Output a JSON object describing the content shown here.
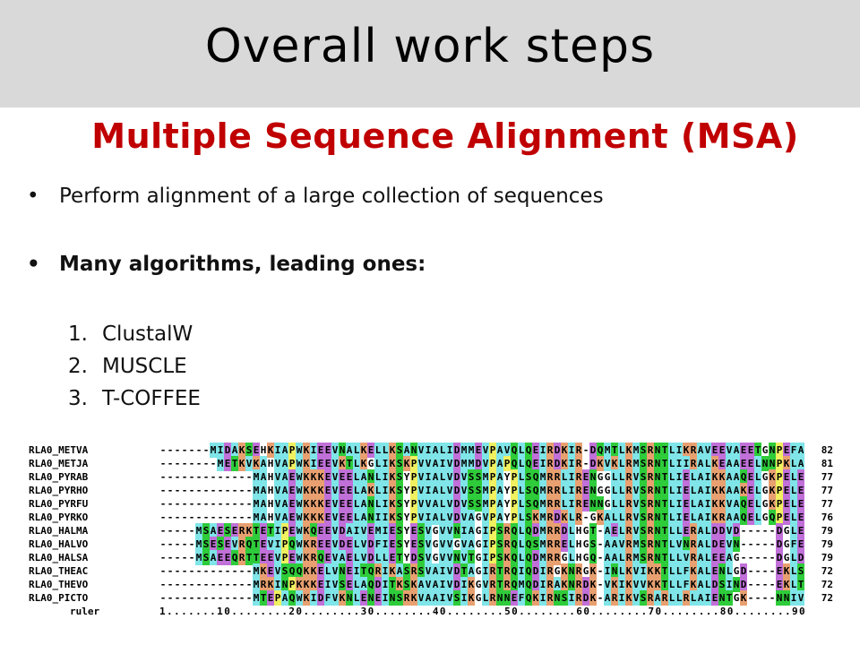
{
  "slide": {
    "title": "Overall work steps",
    "subtitle": "Multiple Sequence Alignment (MSA)",
    "bullets": [
      "Perform alignment of a large collection of sequences",
      "Many algorithms, leading ones:"
    ],
    "algorithms": [
      {
        "num": "1.",
        "name": "ClustalW"
      },
      {
        "num": "2.",
        "name": "MUSCLE"
      },
      {
        "num": "3.",
        "name": "T-COFFEE"
      }
    ]
  },
  "alignment": {
    "colors": {
      "cyan": "#7fe5e8",
      "green": "#2ecc3a",
      "orange": "#e8a070",
      "yellow": "#f0f060",
      "magenta": "#c070d8"
    },
    "rows": [
      {
        "name": "RLA0_METVA",
        "seq": "-------MIDAKSEHKIAPWKIEEVNALKELLKSANVIALIDMMEVPAVQLQEIRDKIR-DQMTLKMSRNTLIKRAVEEVAEETGNPEFA",
        "len": "82"
      },
      {
        "name": "RLA0_METJA",
        "seq": "--------METKVKAHVAPWKIEEVKTLKGLIKSKPVVAIVDMMDVPAPQLQEIRDKIR-DKVKLRMSRNTLIIRALKEAAEELNNPKLA",
        "len": "81"
      },
      {
        "name": "RLA0_PYRAB",
        "seq": "-------------MAHVAEWKKKEVEELANLIKSYPVIALVDVSSMPAYPLSQMRRLIRENGGLLRVSRNTLIELAIKKAAQELGKPELE",
        "len": "77"
      },
      {
        "name": "RLA0_PYRHO",
        "seq": "-------------MAHVAEWKKKEVEELAKLIKSYPVIALVDVSSMPAYPLSQMRRLIRENGGLLRVSRNTLIELAIKKAAKELGKPELE",
        "len": "77"
      },
      {
        "name": "RLA0_PYRFU",
        "seq": "-------------MAHVAEWKKKEVEELANLIKSYPVVALVDVSSMPAYPLSQMRRLIRENNGLLRVSRNTLIELAIKKVAQELGKPELE",
        "len": "77"
      },
      {
        "name": "RLA0_PYRKO",
        "seq": "-------------MAHVAEWKKKEVEELANIIKSYPVIALVDVAGVPAYPLSKMRDKLR-GKALLRVSRNTLIELAIKRAAQELGQPELE",
        "len": "76"
      },
      {
        "name": "RLA0_HALMA",
        "seq": "-----MSAESERKTETIPEWKQEEVDAIVEMIESYESVGVVNIAGIPSRQLQDMRRDLHGT-AELRVSRNTLLERALDDVD-----DGLE",
        "len": "79"
      },
      {
        "name": "RLA0_HALVO",
        "seq": "-----MSESEVRQTEVIPQWKREEVDELVDFIESYESVGVVGVAGIPSRQLQSMRRELHGS-AAVRMSRNTLVNRALDEVN-----DGFE",
        "len": "79"
      },
      {
        "name": "RLA0_HALSA",
        "seq": "-----MSAEEQRTTEEVPEWKRQEVAELVDLLETYDSVGVVNVTGIPSKQLQDMRRGLHGQ-AALRMSRNTLLVRALEEAG-----DGLD",
        "len": "79"
      },
      {
        "name": "RLA0_THEAC",
        "seq": "-------------MKEVSQQKKELVNEITQRIKASRSVAIVDTAGIRTRQIQDIRGKNRGK-INLKVIKKTLLFKALENLGD----EKLS",
        "len": "72"
      },
      {
        "name": "RLA0_THEVO",
        "seq": "-------------MRKINPKKKEIVSELAQDITKSKAVAIVDIKGVRTRQMQDIRAKNRDK-VKIKVVKKTLLFKALDSIND----EKLT",
        "len": "72"
      },
      {
        "name": "RLA0_PICTO",
        "seq": "-------------MTEPAQWKIDFVKNLENEINSRKVAAIVSIKGLRNNEFQKIRNSIRDK-ARIKVSRARLLRLAIENTGK----NNIV",
        "len": "72"
      },
      {
        "name": "ruler",
        "seq": "1.......10........20........30........40........50........60........70........80........90",
        "len": ""
      }
    ]
  }
}
